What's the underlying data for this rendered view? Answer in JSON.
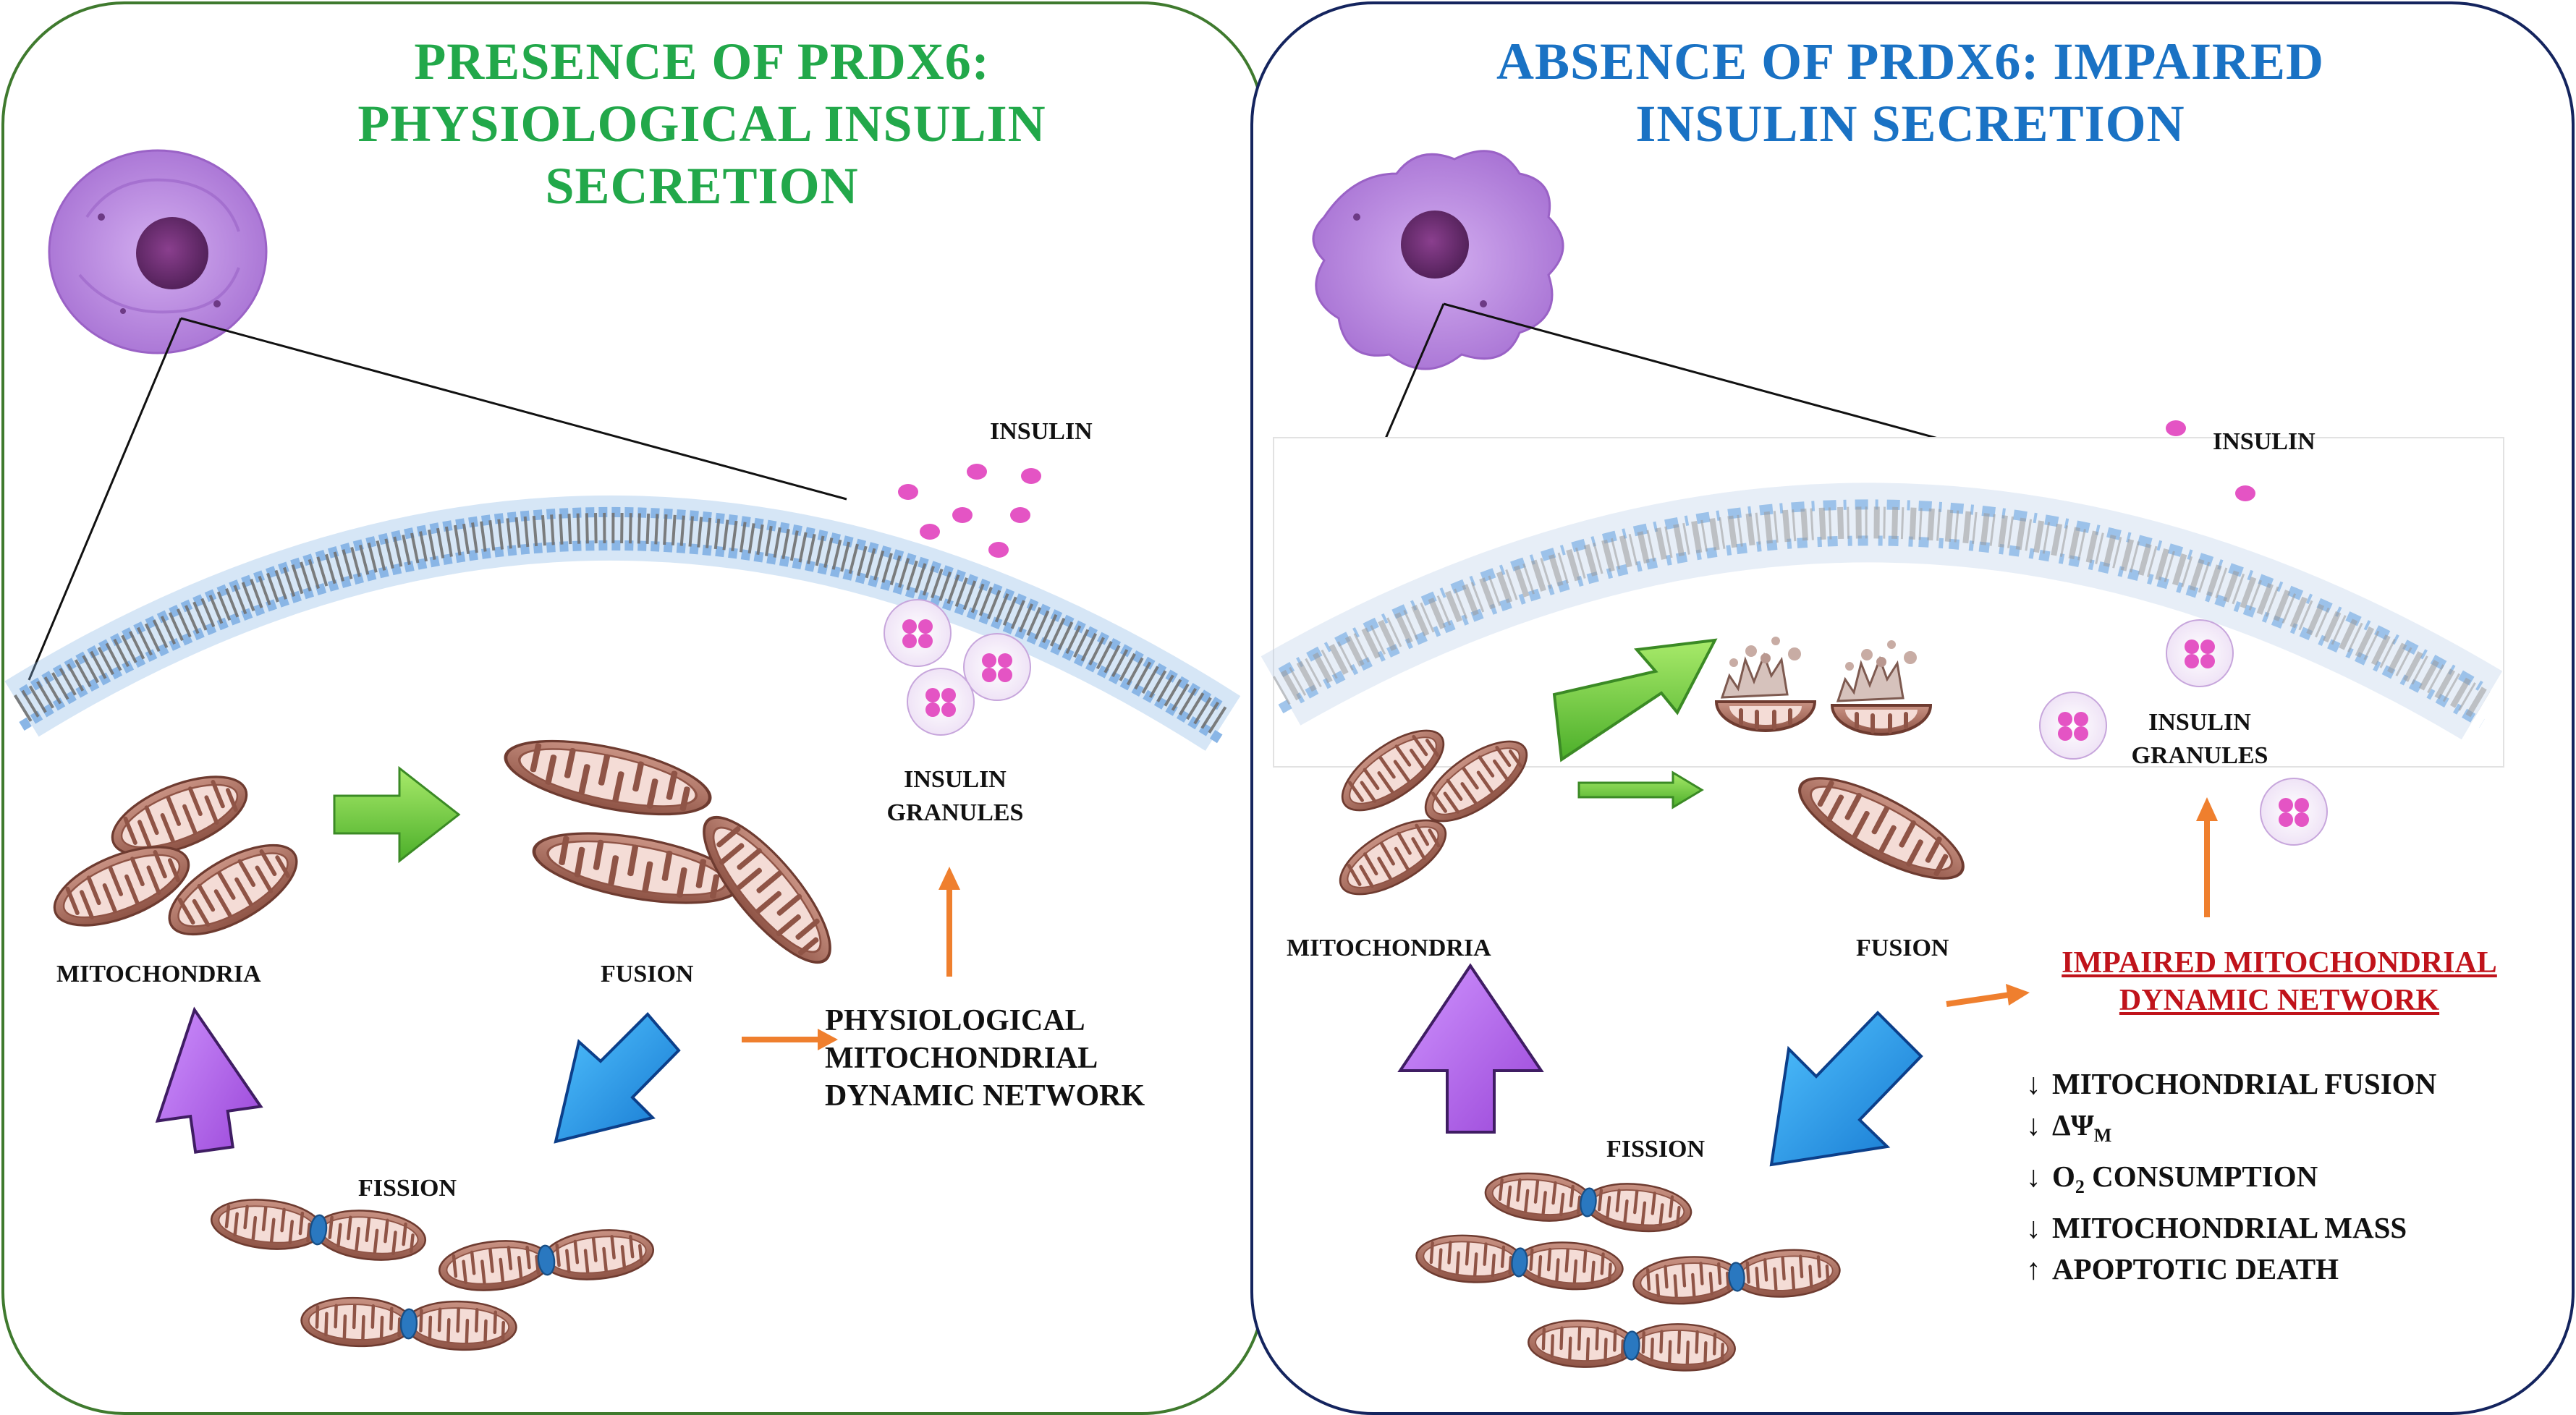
{
  "left_panel": {
    "title_lines": [
      "PRESENCE OF PRDX6:",
      "PHYSIOLOGICAL INSULIN",
      "SECRETION"
    ],
    "title_color": "#22a84a",
    "labels": {
      "insulin": "INSULIN",
      "insulin_granules_1": "INSULIN",
      "insulin_granules_2": "GRANULES",
      "mitochondria": "MITOCHONDRIA",
      "fusion": "FUSION",
      "fission": "FISSION",
      "network_1": "PHYSIOLOGICAL",
      "network_2": "MITOCHONDRIAL",
      "network_3": "DYNAMIC NETWORK"
    }
  },
  "right_panel": {
    "title_lines": [
      "ABSENCE OF PRDX6: IMPAIRED",
      "INSULIN SECRETION"
    ],
    "title_color": "#1a72c4",
    "labels": {
      "insulin": "INSULIN",
      "insulin_granules_1": "INSULIN",
      "insulin_granules_2": "GRANULES",
      "mitochondria": "MITOCHONDRIA",
      "fusion": "FUSION",
      "fission": "FISSION",
      "impaired_1": "IMPAIRED MITOCHONDRIAL",
      "impaired_2": "DYNAMIC NETWORK"
    },
    "impaired_color": "#c0131b",
    "effects": [
      {
        "arrow": "↓",
        "text": "MITOCHONDRIAL FUSION"
      },
      {
        "arrow": "↓",
        "text": "ΔΨ",
        "sub": "M"
      },
      {
        "arrow": "↓",
        "text": "O",
        "sub": "2",
        "text_after": " CONSUMPTION"
      },
      {
        "arrow": "↓",
        "text": "MITOCHONDRIAL MASS"
      },
      {
        "arrow": "↑",
        "text": "APOPTOTIC DEATH"
      }
    ]
  },
  "colors": {
    "fusion_arrow": "#7ccf3a",
    "fission_arrow": "#1e9bea",
    "return_arrow": "#b166e6",
    "network_arrow": "#ef7f2e",
    "insulin": "#e454c4",
    "mitochondria": "#b77d6e",
    "cell": "#b98ad9"
  },
  "icons": [
    "cell-icon",
    "membrane-icon",
    "mitochondrion-icon",
    "insulin-granule-icon",
    "fragmented-mitochondrion-icon"
  ]
}
